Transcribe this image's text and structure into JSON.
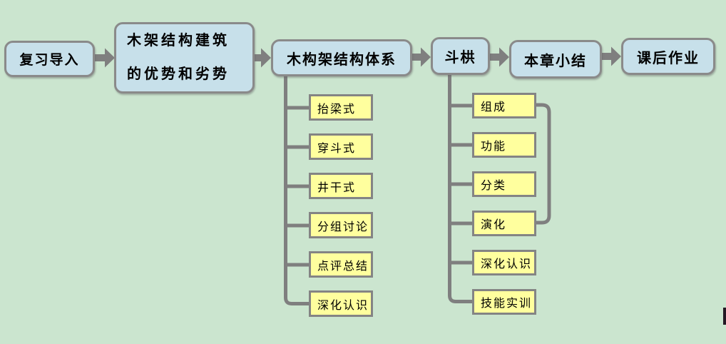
{
  "diagram_title": "teaching-flowchart",
  "colors": {
    "background": "#cbe5cf",
    "blue_node_fill": "#c7e0ea",
    "yellow_node_fill": "#ffff9e",
    "border_gray": "#848484",
    "connector_gray": "#7f7f7f",
    "text": "#000000"
  },
  "flow": {
    "nodes": [
      {
        "id": "review-intro",
        "label": "复习导入"
      },
      {
        "id": "advantages-disadvantages",
        "lines": [
          "木架结构建筑",
          "的优势和劣势"
        ]
      },
      {
        "id": "timber-frame-system",
        "label": "木构架结构体系"
      },
      {
        "id": "dougong",
        "label": "斗栱"
      },
      {
        "id": "chapter-summary",
        "label": "本章小结"
      },
      {
        "id": "homework",
        "label": "课后作业"
      }
    ]
  },
  "branches": [
    {
      "parent": "木构架结构体系",
      "items": [
        "抬梁式",
        "穿斗式",
        "井干式",
        "分组讨论",
        "点评总结",
        "深化认识"
      ]
    },
    {
      "parent": "斗栱",
      "items": [
        "组成",
        "功能",
        "分类",
        "演化",
        "深化认识",
        "技能实训"
      ],
      "bracket_links": "组成-演化"
    }
  ]
}
